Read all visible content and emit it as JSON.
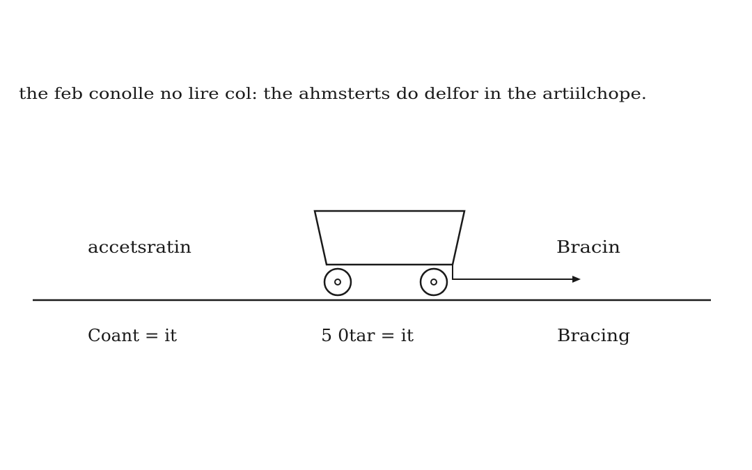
{
  "caption": "the feb conolle no lire col: the  ahmsterts do delfor in the artiilchope.",
  "labels": {
    "top_left": "accetsratin",
    "top_right": "Bracin",
    "bottom_left": "Coant = it",
    "bottom_center": "5 0tar = it",
    "bottom_right": "Bracing"
  },
  "colors": {
    "ink": "#1a1a1a",
    "background": "#ffffff"
  }
}
